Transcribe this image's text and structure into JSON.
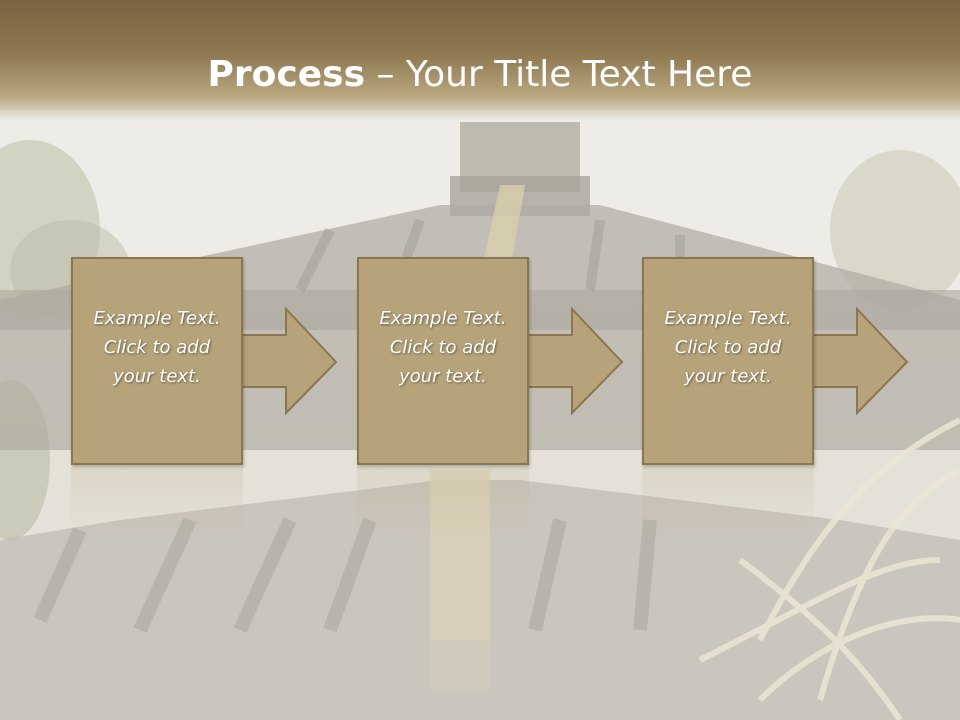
{
  "title": {
    "bold": "Process",
    "rest": " – Your Title Text Here"
  },
  "steps": [
    {
      "text": "Example Text. Click  to add your text."
    },
    {
      "text": "Example Text. Click  to add your text."
    },
    {
      "text": "Example Text. Click  to add your text."
    }
  ],
  "colors": {
    "box_fill": "#b6a37a",
    "box_border": "#8a7650",
    "title_band": "#8d7850"
  }
}
